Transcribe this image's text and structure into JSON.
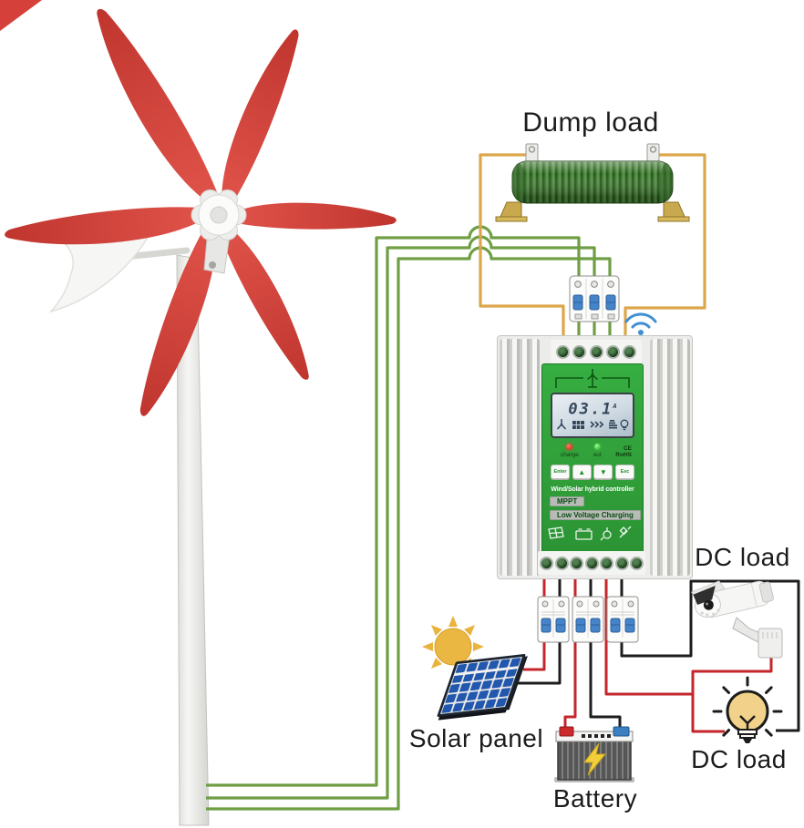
{
  "labels": {
    "dump_load": "Dump load",
    "dc_load_top": "DC load",
    "dc_load_bottom": "DC load",
    "solar_panel": "Solar panel",
    "battery": "Battery"
  },
  "controller": {
    "title": "Wind/Solar hybrid controller",
    "mppt_badge": "MPPT",
    "charging_badge": "Low Voltage Charging",
    "lcd": {
      "value": "03.1",
      "unit": "A"
    },
    "leds": {
      "charge": "charge",
      "out": "out"
    },
    "cert": {
      "ce": "CE",
      "rohs": "RoHS"
    },
    "buttons": {
      "enter": "Enter",
      "up": "▲",
      "down": "▼",
      "esc": "Esc"
    }
  },
  "colors": {
    "wire_green": "#6f9e44",
    "wire_orange": "#dca64b",
    "wire_red": "#c4262b",
    "wire_black": "#1d1d1d",
    "turbine_red": "#d5413a",
    "controller_green": "#2fa33c",
    "solar_blue": "#2257ae",
    "sun_yellow": "#e9b43d",
    "dump_load_green": "#47823a",
    "breaker_blue": "#4584c8",
    "wifi_blue": "#3f8fd4"
  }
}
